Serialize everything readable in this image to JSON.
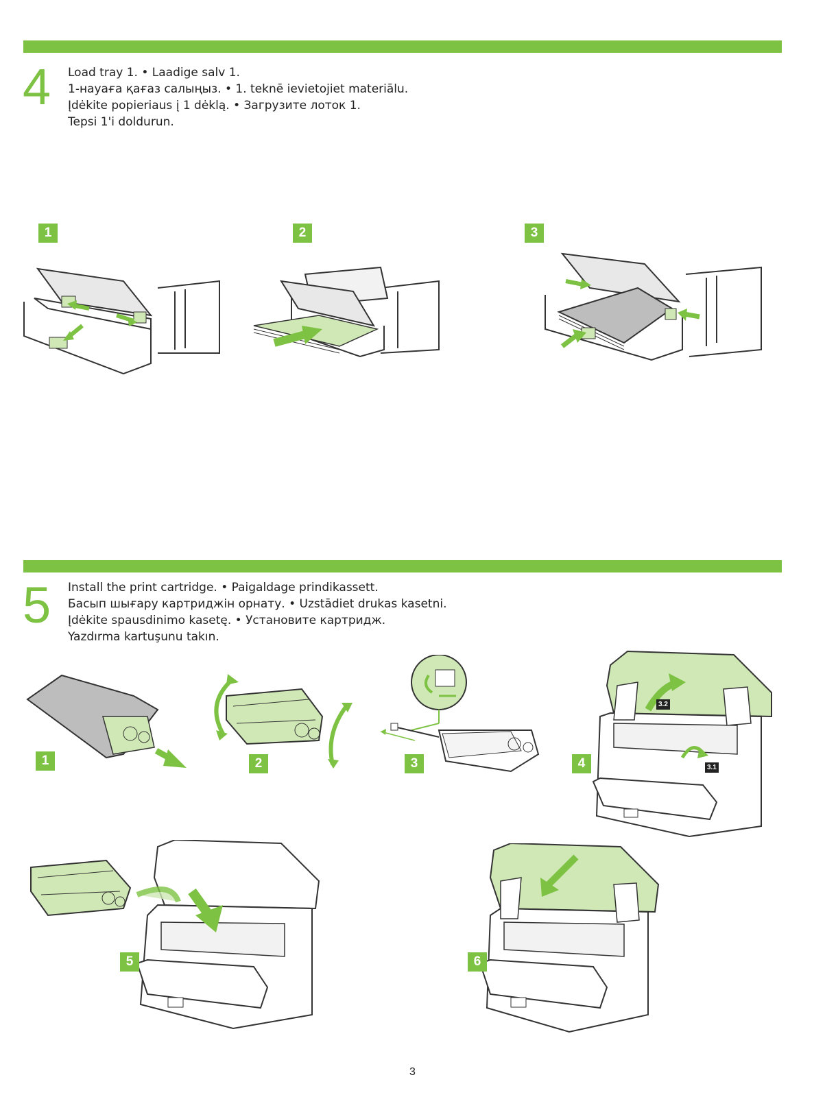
{
  "colors": {
    "accent": "#7dc242",
    "line": "#333333",
    "light_green": "#cfe8b5"
  },
  "section4": {
    "number": "4",
    "lines": [
      "Load tray 1.  •  Laadige salv 1.",
      "1-науаға қағаз салыңыз.  •  1. teknē ievietojiet materiālu.",
      "Įdėkite popieriaus į 1 dėklą.  •  Загрузите лоток 1.",
      "Tepsi 1'i doldurun."
    ],
    "steps": [
      "1",
      "2",
      "3"
    ]
  },
  "section5": {
    "number": "5",
    "lines": [
      "Install the print cartridge.  •  Paigaldage prindikassett.",
      "Басып шығару картриджін орнату.  •  Uzstādiet drukas kasetni.",
      "Įdėkite spausdinimo kasetę.  •  Установите картридж.",
      "Yazdırma kartuşunu takın."
    ],
    "steps": [
      "1",
      "2",
      "3",
      "4",
      "5",
      "6"
    ],
    "callouts": {
      "a": "3.2",
      "b": "3.1"
    }
  },
  "page_number": "3"
}
